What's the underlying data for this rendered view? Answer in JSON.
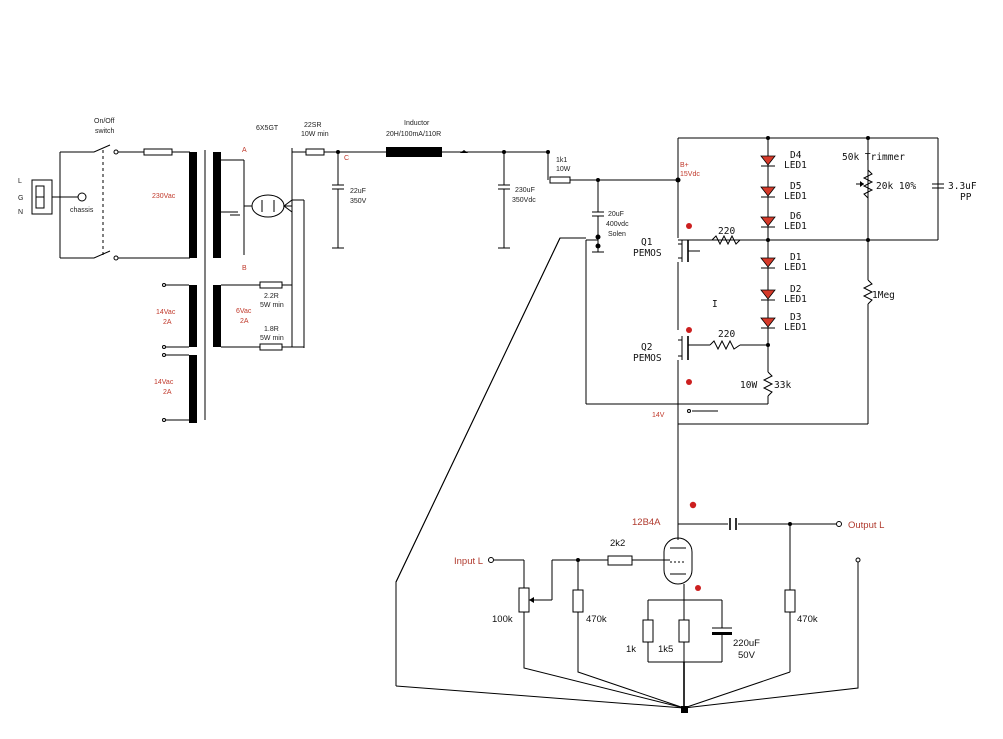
{
  "power_supply": {
    "mains_L": "L",
    "mains_G": "G",
    "mains_N": "N",
    "chassis": "chassis",
    "switch_label_1": "On/Off",
    "switch_label_2": "switch",
    "primary_voltage": "230Vac",
    "rectifier_tube": "6X5GT",
    "resistor_1": "22SR",
    "resistor_1_power": "10W min",
    "cap_1": "22uF",
    "cap_1_voltage": "350V",
    "inductor_1": "Inductor",
    "inductor_2": "20H/100mA/110R",
    "cap_2": "230uF",
    "cap_2_voltage": "350Vdc",
    "resistor_2": "1k1",
    "resistor_2_power": "10W",
    "cap_3": "20uF",
    "cap_3_voltage": "400vdc",
    "cap_3_note": "Solen",
    "marker_A": "A",
    "marker_B": "B",
    "marker_C": "C",
    "sec_14v_a": "14Vac",
    "sec_14v_a_current": "2A",
    "sec_6v": "6Vac",
    "sec_6v_current": "2A",
    "sec_14v_b": "14Vac",
    "sec_14v_b_current": "2A",
    "res_22": "2.2R",
    "res_22_power": "5W min",
    "res_18": "1.8R",
    "res_18_power": "5W min"
  },
  "regulator": {
    "b_plus_1": "B+",
    "b_plus_2": "15Vdc",
    "q1": "Q1",
    "q1_type": "PEMOS",
    "q2": "Q2",
    "q2_type": "PEMOS",
    "r_gate_1": "220",
    "r_gate_2": "220",
    "leds": [
      "D4",
      "D5",
      "D6",
      "D1",
      "D2",
      "D3"
    ],
    "led_type": "LED1",
    "trimmer_1": "50k Trimmer",
    "trimmer_2": "20k 10%",
    "cap_pp": "3.3uF",
    "cap_pp_type": "PP",
    "r_1meg": "1Meg",
    "r_33k_power": "10W",
    "r_33k": "33k",
    "node_14v": "14V",
    "cursor": "I"
  },
  "amplifier": {
    "tube": "12B4A",
    "input": "Input L",
    "output": "Output L",
    "r_2k2": "2k2",
    "pot_100k": "100k",
    "r_470k_in": "470k",
    "r_470k_out": "470k",
    "r_1k": "1k",
    "r_1k5": "1k5",
    "cap_cathode": "220uF",
    "cap_cathode_voltage": "50V"
  }
}
